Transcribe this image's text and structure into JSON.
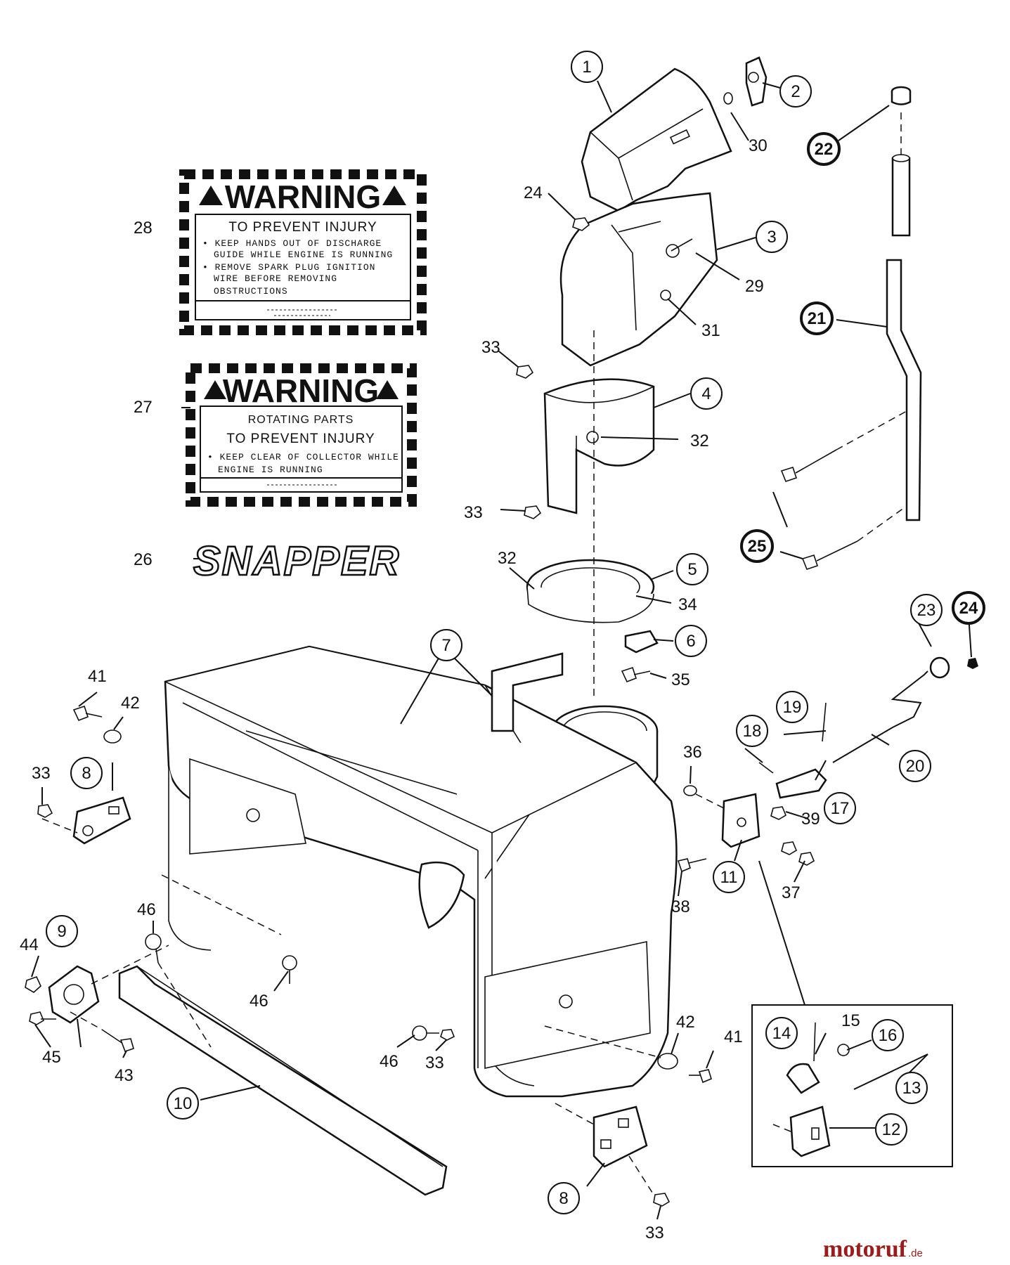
{
  "diagram": {
    "callouts": [
      {
        "id": "c1",
        "label": "1",
        "bold": false
      },
      {
        "id": "c2",
        "label": "2",
        "bold": false
      },
      {
        "id": "c3",
        "label": "3",
        "bold": false
      },
      {
        "id": "c4",
        "label": "4",
        "bold": false
      },
      {
        "id": "c5",
        "label": "5",
        "bold": false
      },
      {
        "id": "c6",
        "label": "6",
        "bold": false
      },
      {
        "id": "c7",
        "label": "7",
        "bold": false
      },
      {
        "id": "c8a",
        "label": "8",
        "bold": false
      },
      {
        "id": "c8b",
        "label": "8",
        "bold": false
      },
      {
        "id": "c9",
        "label": "9",
        "bold": false
      },
      {
        "id": "c10",
        "label": "10",
        "bold": false
      },
      {
        "id": "c11",
        "label": "11",
        "bold": false
      },
      {
        "id": "c12",
        "label": "12",
        "bold": false
      },
      {
        "id": "c13",
        "label": "13",
        "bold": false
      },
      {
        "id": "c14",
        "label": "14",
        "bold": false
      },
      {
        "id": "c16",
        "label": "16",
        "bold": false
      },
      {
        "id": "c17",
        "label": "17",
        "bold": false
      },
      {
        "id": "c18",
        "label": "18",
        "bold": false
      },
      {
        "id": "c19",
        "label": "19",
        "bold": false
      },
      {
        "id": "c20",
        "label": "20",
        "bold": false
      },
      {
        "id": "c21",
        "label": "21",
        "bold": true
      },
      {
        "id": "c22",
        "label": "22",
        "bold": true
      },
      {
        "id": "c23",
        "label": "23",
        "bold": false
      },
      {
        "id": "c24b",
        "label": "24",
        "bold": true
      },
      {
        "id": "c25",
        "label": "25",
        "bold": true
      }
    ],
    "plain_labels": [
      {
        "id": "p15",
        "label": "15"
      },
      {
        "id": "p24",
        "label": "24"
      },
      {
        "id": "p26",
        "label": "26"
      },
      {
        "id": "p27",
        "label": "27"
      },
      {
        "id": "p28",
        "label": "28"
      },
      {
        "id": "p29",
        "label": "29"
      },
      {
        "id": "p30",
        "label": "30"
      },
      {
        "id": "p31",
        "label": "31"
      },
      {
        "id": "p32a",
        "label": "32"
      },
      {
        "id": "p32b",
        "label": "32"
      },
      {
        "id": "p33a",
        "label": "33"
      },
      {
        "id": "p33b",
        "label": "33"
      },
      {
        "id": "p33c",
        "label": "33"
      },
      {
        "id": "p33d",
        "label": "33"
      },
      {
        "id": "p33e",
        "label": "33"
      },
      {
        "id": "p34",
        "label": "34"
      },
      {
        "id": "p35",
        "label": "35"
      },
      {
        "id": "p36",
        "label": "36"
      },
      {
        "id": "p37",
        "label": "37"
      },
      {
        "id": "p38",
        "label": "38"
      },
      {
        "id": "p39",
        "label": "39"
      },
      {
        "id": "p41a",
        "label": "41"
      },
      {
        "id": "p41b",
        "label": "41"
      },
      {
        "id": "p42a",
        "label": "42"
      },
      {
        "id": "p42b",
        "label": "42"
      },
      {
        "id": "p43",
        "label": "43"
      },
      {
        "id": "p44",
        "label": "44"
      },
      {
        "id": "p45",
        "label": "45"
      },
      {
        "id": "p46a",
        "label": "46"
      },
      {
        "id": "p46b",
        "label": "46"
      },
      {
        "id": "p46c",
        "label": "46"
      }
    ]
  },
  "decals": {
    "warning_top": {
      "title": "WARNING",
      "subtitle": "TO PREVENT INJURY",
      "lines": [
        "• KEEP HANDS OUT OF DISCHARGE",
        "GUIDE WHILE ENGINE IS RUNNING",
        "• REMOVE SPARK PLUG IGNITION",
        "WIRE BEFORE REMOVING",
        "OBSTRUCTIONS"
      ]
    },
    "warning_bottom": {
      "title": "WARNING",
      "subtitle_small": "ROTATING PARTS",
      "subtitle": "TO PREVENT INJURY",
      "lines": [
        "• KEEP CLEAR OF COLLECTOR WHILE",
        "ENGINE IS RUNNING"
      ]
    },
    "logo": "SNAPPER"
  },
  "watermark": {
    "brand": "motoruf",
    "suffix": ".de"
  },
  "colors": {
    "ink": "#111111",
    "watermark": "#9c1c1c",
    "background": "#ffffff"
  }
}
